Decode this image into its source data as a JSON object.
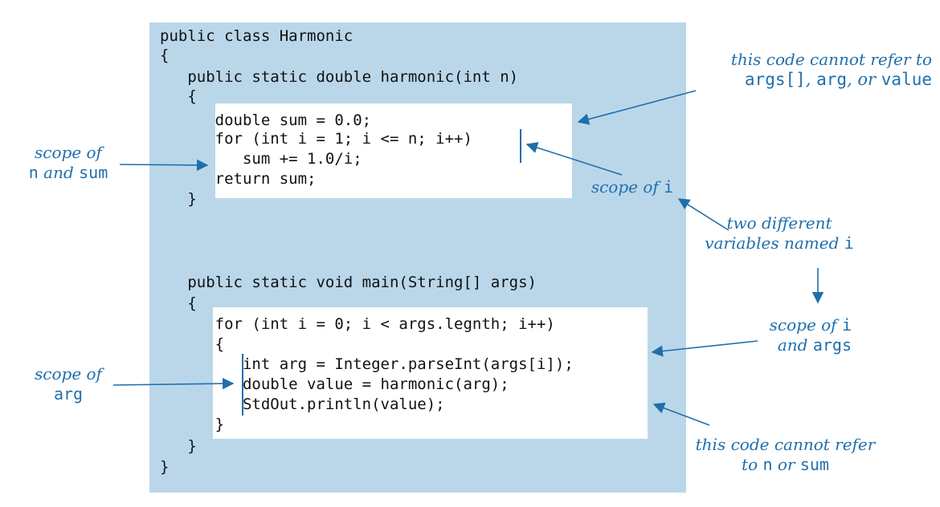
{
  "code": {
    "lines": [
      "public class Harmonic",
      "{",
      "   public static double harmonic(int n)",
      "   {",
      "      double sum = 0.0;",
      "      for (int i = 1; i <= n; i++)",
      "         sum += 1.0/i;",
      "      return sum;",
      "   }",
      "   public static void main(String[] args)",
      "   {",
      "      for (int i = 0; i < args.legnth; i++)",
      "      {",
      "         int arg = Integer.parseInt(args[i]);",
      "         double value = harmonic(arg);",
      "         StdOut.println(value);",
      "      }",
      "   }",
      "}"
    ]
  },
  "notes": {
    "top_right": {
      "line1": "this code cannot refer to",
      "t1": "args[]",
      "s1": ", ",
      "t2": "arg",
      "s2": ", or ",
      "t3": "value"
    },
    "scope_n_sum": {
      "line1": "scope of",
      "t1": "n",
      "s1": " and ",
      "t2": "sum"
    },
    "scope_i_1": {
      "text": "scope of ",
      "t1": "i"
    },
    "two_vars": {
      "line1": "two different",
      "line2": "variables named ",
      "t1": "i"
    },
    "scope_i_args": {
      "line1": "scope of ",
      "t1": "i",
      "line2a": "and ",
      "t2": "args"
    },
    "scope_arg": {
      "line1": "scope of",
      "t1": "arg"
    },
    "bottom_right": {
      "line1": "this code cannot refer",
      "line2a": "to ",
      "t1": "n",
      "s1": " or ",
      "t2": "sum"
    }
  },
  "colors": {
    "code_background": "#bad7ea",
    "annotation": "#1f6fad"
  }
}
